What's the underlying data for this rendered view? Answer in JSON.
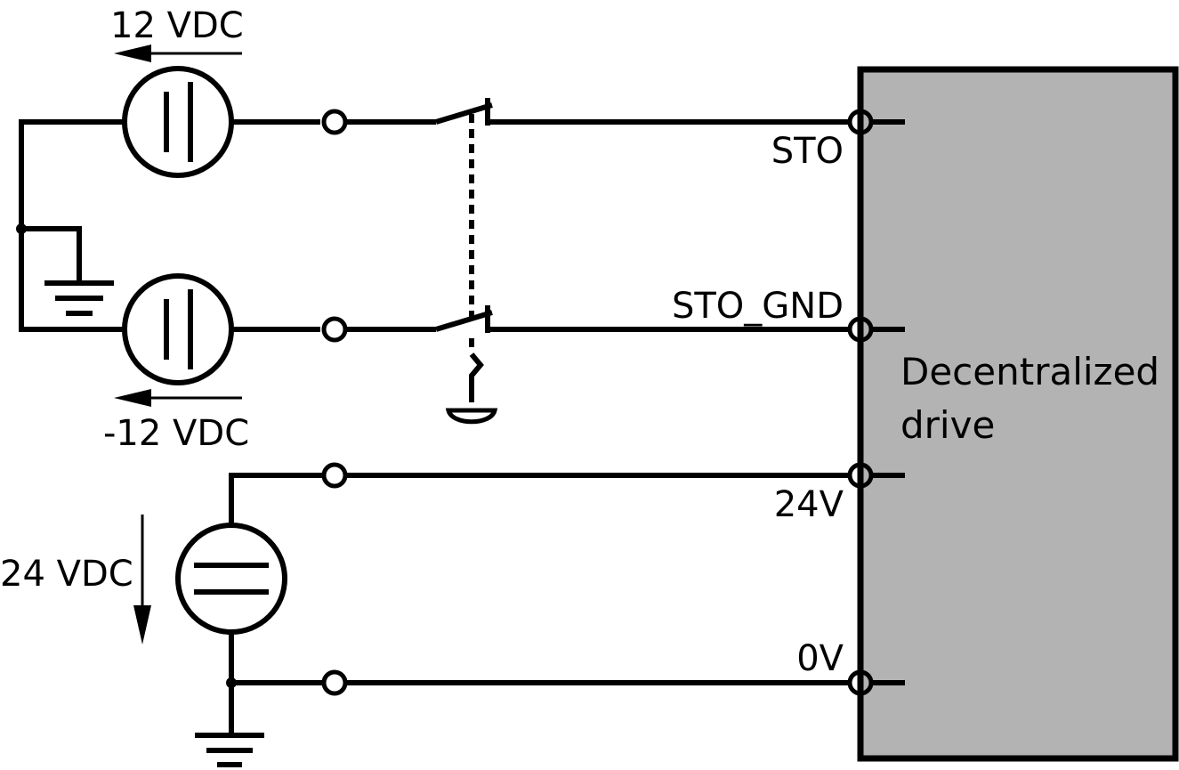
{
  "sources": {
    "top": {
      "label": "12 VDC"
    },
    "bottom": {
      "label": "-12 VDC"
    },
    "supply": {
      "label": "24 VDC"
    }
  },
  "terminals": {
    "sto": "STO",
    "sto_gnd": "STO_GND",
    "v24": "24V",
    "v0": "0V"
  },
  "drive": {
    "line1": "Decentralized",
    "line2": "drive",
    "fill_color": "#b3b3b3"
  }
}
